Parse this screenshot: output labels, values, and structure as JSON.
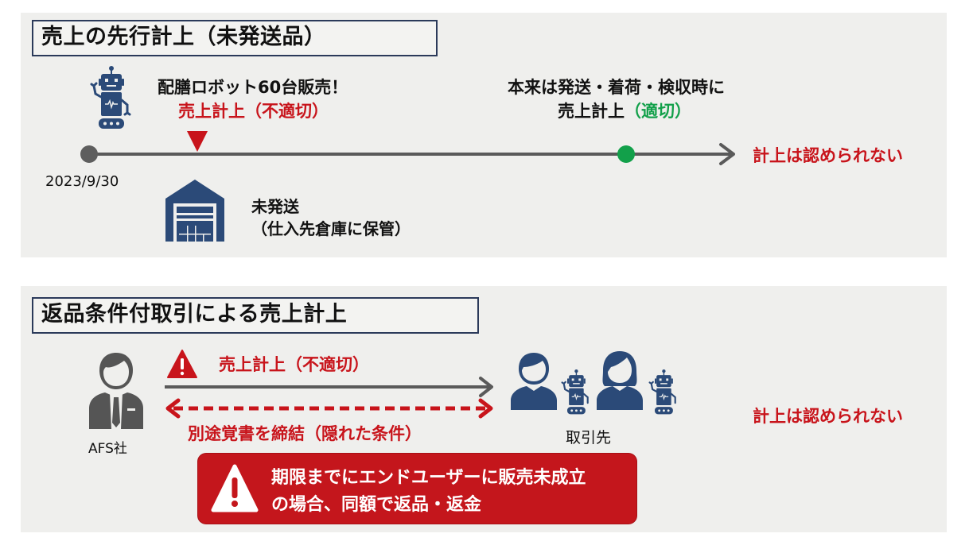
{
  "colors": {
    "panel_bg": "#efefed",
    "title_border": "#2b3a5a",
    "icon_navy": "#2b4a78",
    "icon_gray": "#555555",
    "red": "#c8141b",
    "green": "#12a04a",
    "timeline_gray": "#5a5a5a",
    "warning_box": "#c4161c"
  },
  "section1": {
    "title": "売上の先行計上（未発送品）",
    "icons": [
      "robot-icon",
      "warehouse-icon"
    ],
    "event_label": "配膳ロボット60台販売！",
    "event_status": "売上計上（不適切）",
    "start_date": "2023/9/30",
    "warehouse_label_line1": "未発送",
    "warehouse_label_line2": "（仕入先倉庫に保管）",
    "proper_line1": "本来は発送・着荷・検収時に",
    "proper_line2_prefix": "売上計上",
    "proper_line2_suffix": "（適切）",
    "verdict": "計上は認められない"
  },
  "section2": {
    "title": "返品条件付取引による売上計上",
    "seller_label": "AFS社",
    "arrow_label": "売上計上（不適切）",
    "hidden_label": "別途覚書を締結（隠れた条件）",
    "counterparty_label": "取引先",
    "warning_line1": "期限までにエンドユーザーに販売未成立",
    "warning_line2": "の場合、同額で返品・返金",
    "verdict": "計上は認められない"
  }
}
